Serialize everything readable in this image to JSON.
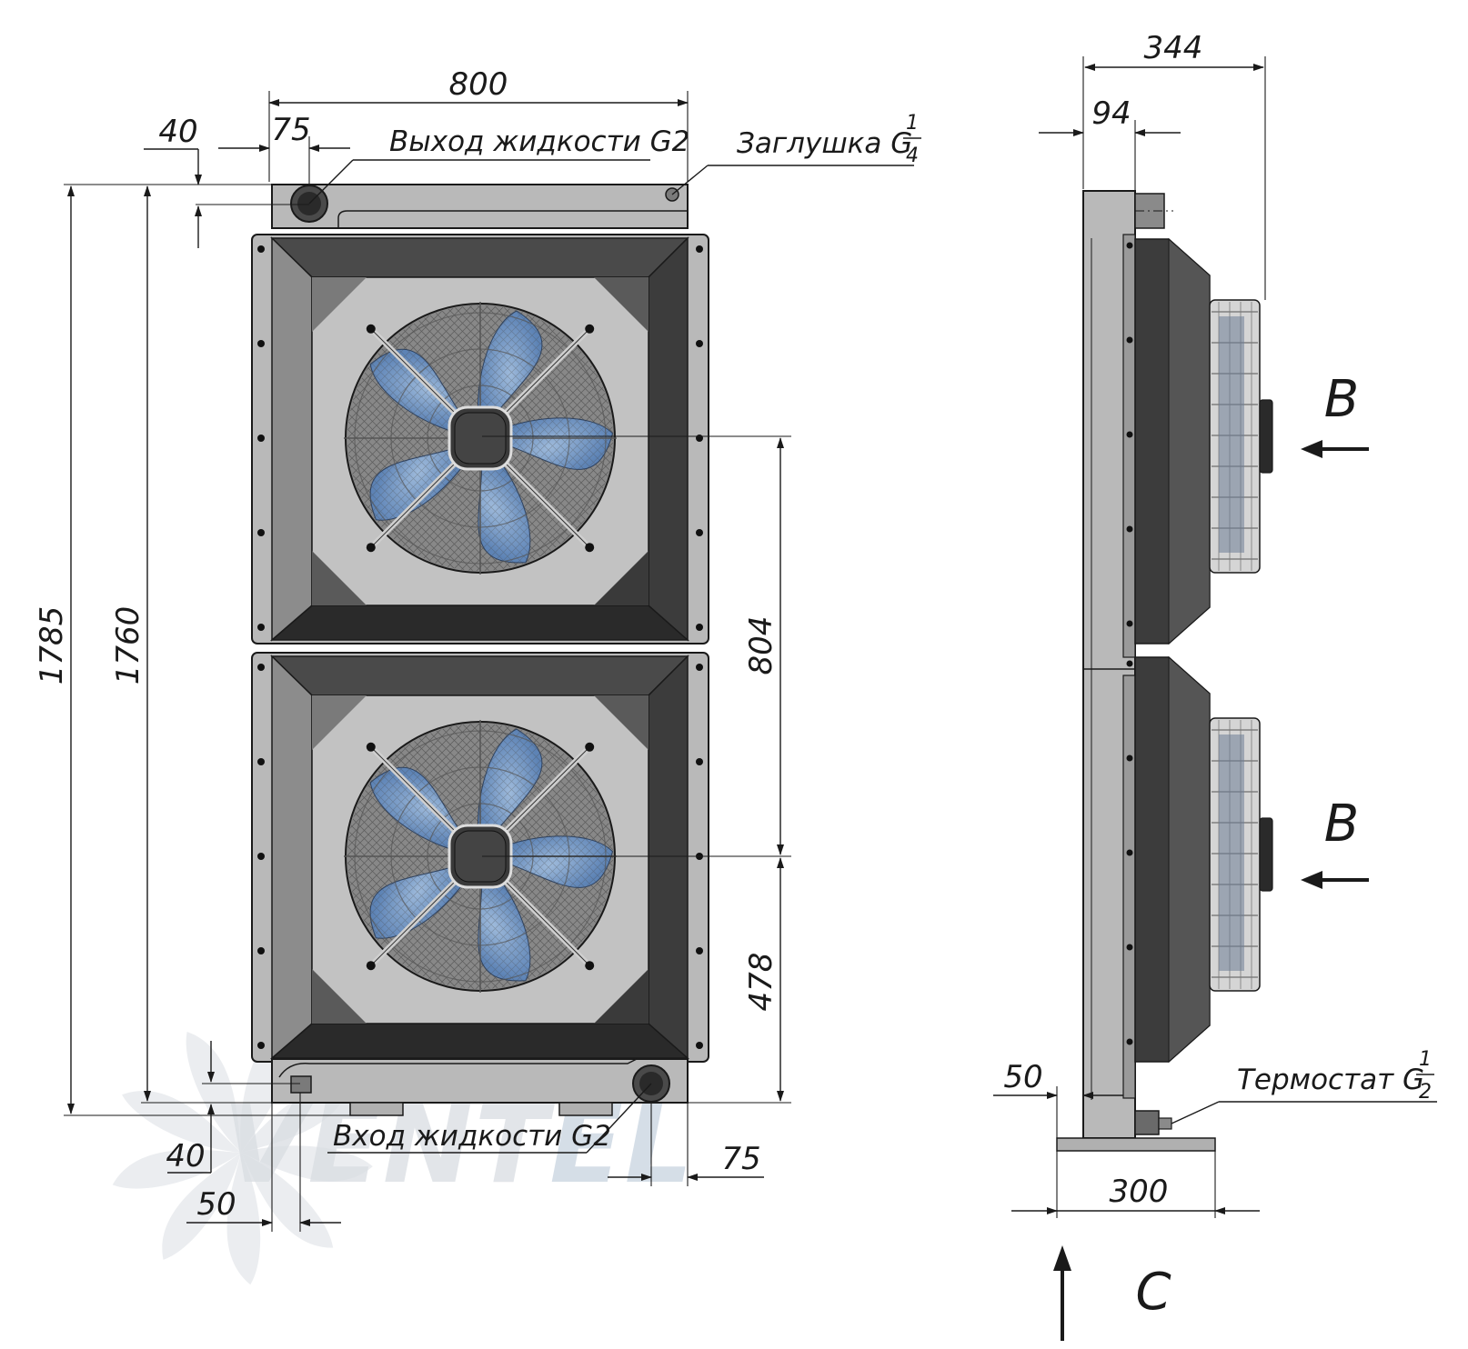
{
  "colors": {
    "frame_light": "#b9b9b9",
    "frame_mid": "#9a9a9a",
    "panel_dark": "#3c3c3c",
    "panel_darker": "#2a2a2a",
    "blade_blue": "#6d93c4",
    "grille": "#555555",
    "watermark": "#d9dde2",
    "watermark_accent": "#c7d3e0"
  },
  "icons": {
    "fan_front": "fan-icon",
    "flow_arrow": "arrow-left-icon",
    "view_arrow": "arrow-up-icon",
    "watermark": "ventel-logo"
  },
  "watermark": {
    "text_main": "VENT",
    "text_accent": "EL"
  },
  "dimensions": {
    "width_800": "800",
    "left_offset_40": "40",
    "top_outlet_75": "75",
    "height_1785": "1785",
    "height_1760": "1760",
    "fan_pitch_804": "804",
    "fan_center_478": "478",
    "bottom_40": "40",
    "bottom_50": "50",
    "bottom_inlet_75": "75",
    "depth_344": "344",
    "side_94": "94",
    "side_50": "50",
    "base_300": "300"
  },
  "callouts": {
    "outlet": "Выход жидкости G2",
    "plug": "Заглушка G",
    "plug_num": "1",
    "plug_den": "4",
    "inlet": "Вход жидкости G2",
    "thermostat": "Термостат G",
    "thermostat_num": "1",
    "thermostat_den": "2"
  },
  "views": {
    "airflow_upper": "B",
    "airflow_lower": "B",
    "bottom_view": "C"
  }
}
